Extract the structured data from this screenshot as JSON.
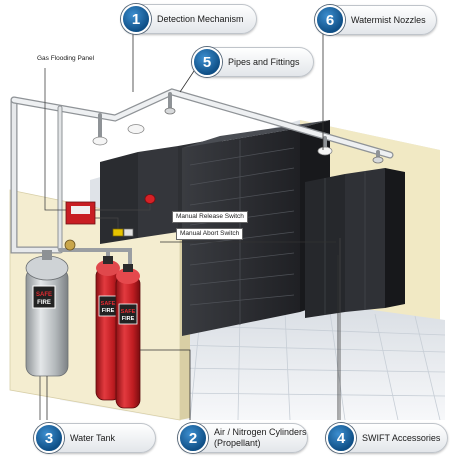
{
  "callouts": [
    {
      "number": "1",
      "label": "Detection Mechanism"
    },
    {
      "number": "6",
      "label": "Watermist Nozzles"
    },
    {
      "number": "5",
      "label": "Pipes and Fittings"
    },
    {
      "number": "3",
      "label": "Water Tank"
    },
    {
      "number": "2",
      "label": "Air / Nitrogen Cylinders",
      "label2": "(Propellant)"
    },
    {
      "number": "4",
      "label": "SWIFT Accessories"
    }
  ],
  "labels": {
    "gas_flooding_panel": "Gas Flooding Panel",
    "manual_release_switch": "Manual Release Switch",
    "manual_abort_switch": "Manual Abort Switch"
  },
  "tank_tags": {
    "line1": "SAFE",
    "line2": "FIRE"
  },
  "colors": {
    "badge": "#1565a8",
    "cylinder": "#c81e23",
    "tank": "#b8bcc0",
    "rack": "#2b2d31",
    "floor": "#e9edf1",
    "wall": "#f3eccd"
  }
}
